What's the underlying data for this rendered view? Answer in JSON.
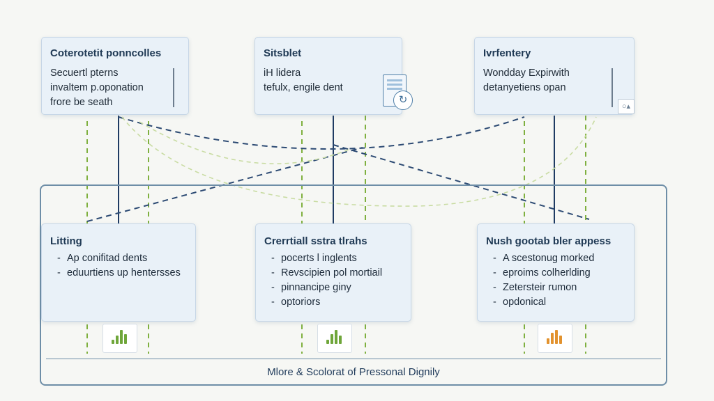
{
  "colors": {
    "navy_line": "#1f3b63",
    "green_dash": "#7fb03f",
    "green_curve": "#c9dca3",
    "bar_green": "#6fa63a",
    "bar_orange": "#e2922e"
  },
  "top_cards": {
    "left": {
      "title": "Coterotetit ponncolles",
      "lines": [
        "Secuertl pterns",
        "invaltem p.oponation",
        "frore be seath"
      ]
    },
    "center": {
      "title": "Sitsblet",
      "lines": [
        "iH lidera",
        "tefulx, engile dent"
      ]
    },
    "right": {
      "title": "Ivrfentery",
      "lines": [
        "Wondday Expirwith",
        "detanyetiens opan"
      ]
    }
  },
  "bottom_cards": {
    "left": {
      "title": "Litting",
      "items": [
        "Ap conifitad dents",
        "eduurtiens up hentersses"
      ]
    },
    "center": {
      "title": "Crerrtiall sstra tlrahs",
      "items": [
        "pocerts l inglents",
        "Revscipien pol mortiail",
        "pinnancipe giny",
        "optoriors"
      ]
    },
    "right": {
      "title": "Nush gootab bler appess",
      "items": [
        "A scestonug morked",
        "eproims colherlding",
        "Zetersteir rumon",
        "opdonical"
      ]
    }
  },
  "footer": {
    "caption": "Mlore & Scolorat of Pressonal Dignily"
  },
  "icons": {
    "document": "document-icon",
    "document_badge": "refresh-badge-icon",
    "expand": "expand-icon",
    "chart": "bar-chart-icon"
  }
}
